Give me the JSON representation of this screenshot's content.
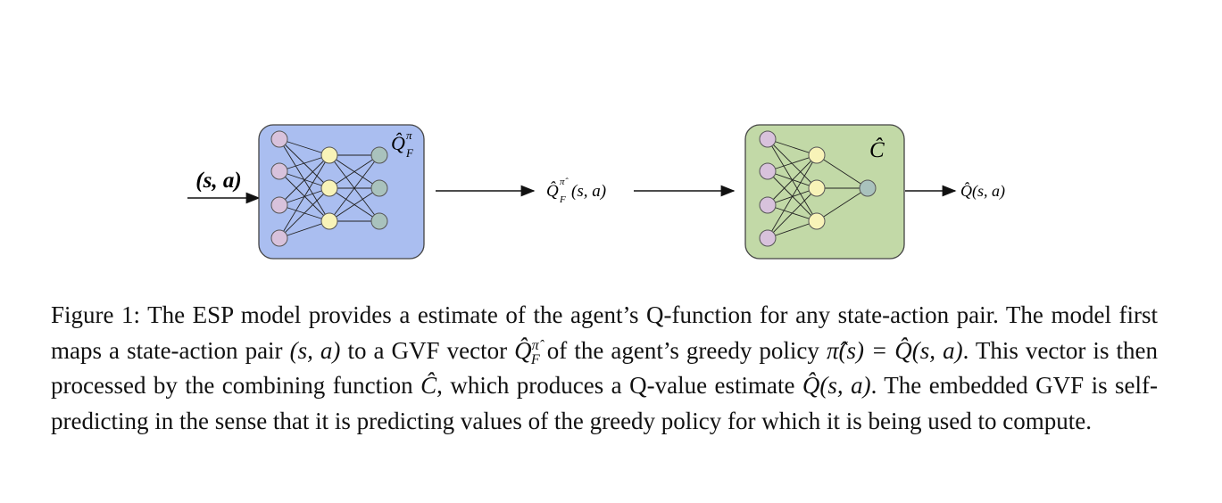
{
  "diagram": {
    "input_label": "(s, a)",
    "net1": {
      "title": "Q̂",
      "sup": "π",
      "sub": "F",
      "color": "#aabef0"
    },
    "gvf_output": {
      "q": "Q̂",
      "sup": "π̂",
      "sub": "F",
      "args": "(s, a)"
    },
    "net2": {
      "title": "Ĉ",
      "color": "#c2d9a7"
    },
    "final_output": "Q̂(s, a)",
    "node_colors": {
      "input": "#d8c2dc",
      "hidden": "#f8f3b8",
      "output": "#a9c2bd"
    }
  },
  "caption": {
    "figure_label": "Figure 1:",
    "parts": [
      " The ESP model provides a estimate of the agent’s Q-function for any state-action pair. The model first maps a state-action pair ",
      "(s, a)",
      " to a GVF vector ",
      "Q̂",
      " of the agent’s greedy policy ",
      "π̂(s) = Q̂(s, a)",
      ". This vector is then processed by the combining function ",
      "Ĉ",
      ", which produces a Q-value estimate ",
      "Q̂(s, a)",
      ". The embedded GVF is self-predicting in the sense that it is predicting values of the greedy policy for which it is being used to compute."
    ],
    "gvf_sup": "π̂",
    "gvf_sub": "F"
  }
}
